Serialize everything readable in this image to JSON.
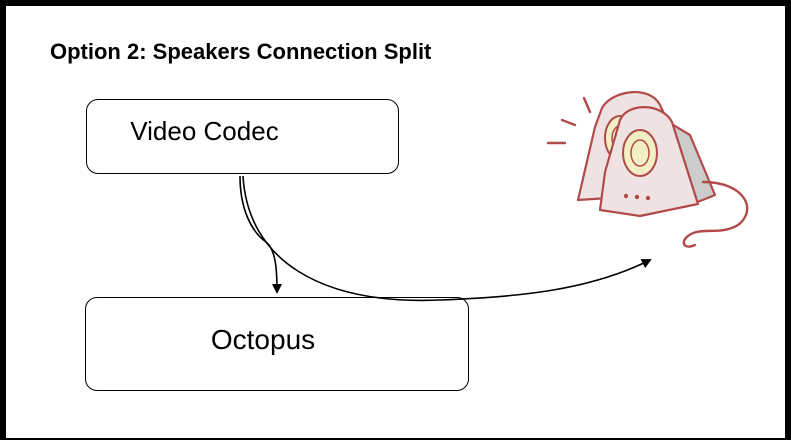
{
  "diagram": {
    "title": "Option 2: Speakers Connection Split",
    "nodes": {
      "codec": "Video Codec",
      "octopus": "Octopus"
    },
    "edges": [
      {
        "from": "Video Codec",
        "to": "Octopus"
      },
      {
        "from": "Video Codec",
        "to": "Speakers"
      }
    ],
    "icons": [
      "speakers-icon"
    ],
    "colors": {
      "border": "#000000",
      "speaker_outline": "#b24a4a",
      "speaker_fill": "#efe2e2",
      "speaker_side": "#cccccc",
      "cone": "#f3efc4"
    }
  }
}
